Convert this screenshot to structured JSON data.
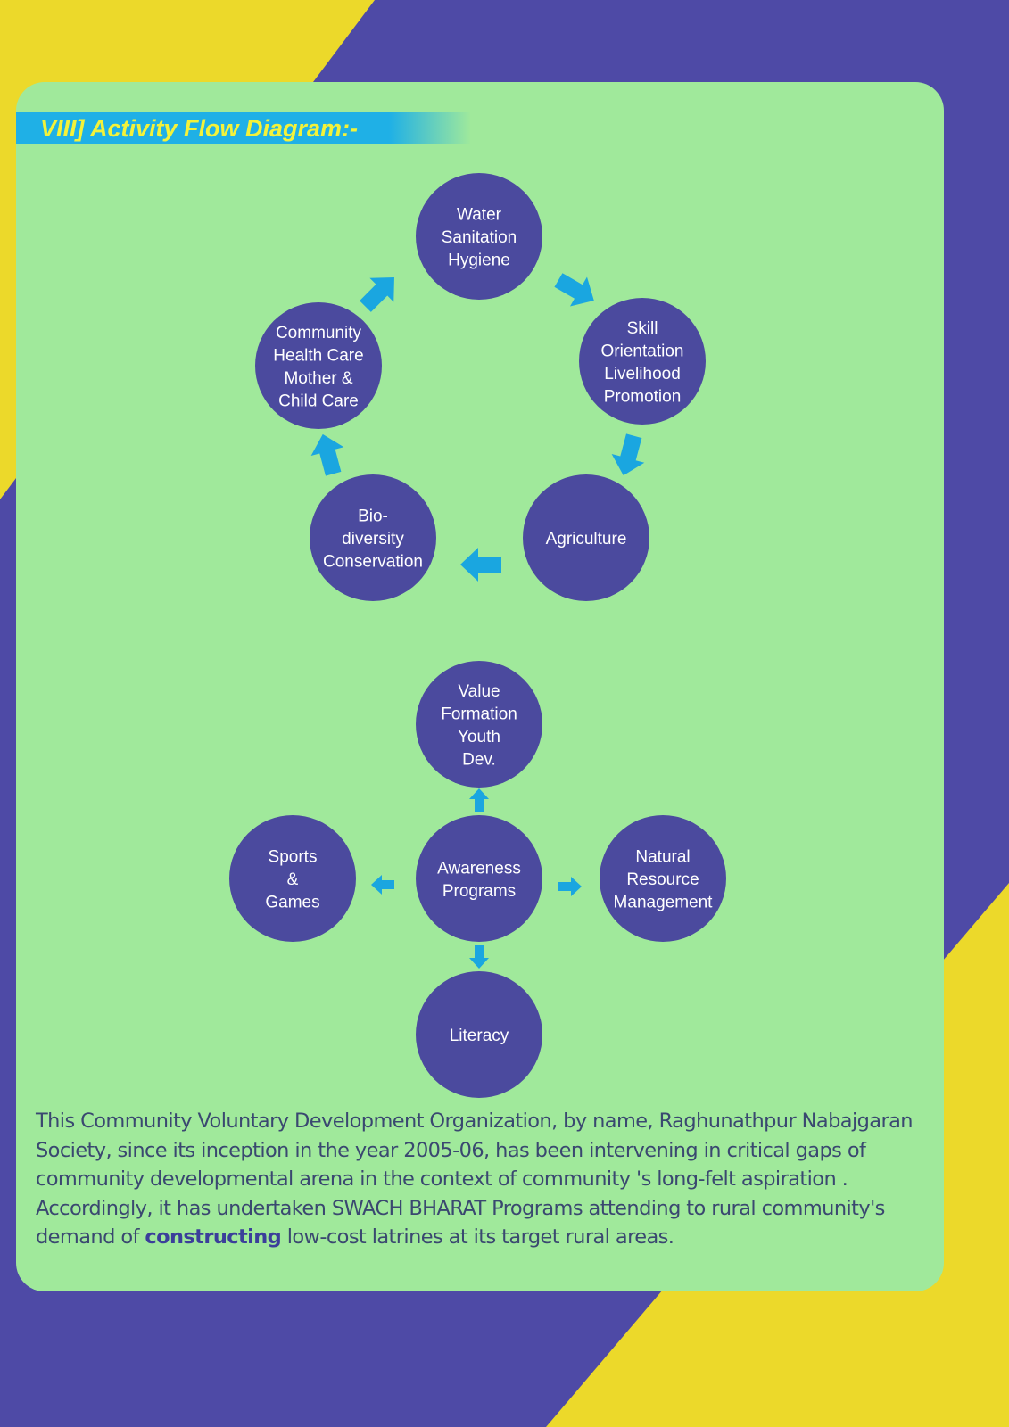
{
  "title": "VIII] Activity Flow Diagram:-",
  "colors": {
    "panel": "#a0e99b",
    "node": "#4b4a9e",
    "arrow": "#1aa6e0",
    "yellow": "#ecd92a",
    "purple": "#4e4aa6",
    "title": "#f3f23a"
  },
  "cycle": {
    "nodes": [
      {
        "lines": [
          "Water",
          "Sanitation",
          "Hygiene"
        ]
      },
      {
        "lines": [
          "Skill",
          "Orientation",
          "Livelihood",
          "Promotion"
        ]
      },
      {
        "lines": [
          "Agriculture"
        ]
      },
      {
        "lines": [
          "Bio-",
          "diversity",
          "Conservation"
        ]
      },
      {
        "lines": [
          "Community",
          "Health Care",
          "Mother &",
          "Child Care"
        ]
      }
    ]
  },
  "hub": {
    "center": {
      "lines": [
        "Awareness",
        "Programs"
      ]
    },
    "top": {
      "lines": [
        "Value",
        "Formation",
        "Youth",
        "Dev."
      ]
    },
    "left": {
      "lines": [
        "Sports",
        "&",
        "Games"
      ]
    },
    "right": {
      "lines": [
        "Natural",
        "Resource",
        "Management"
      ]
    },
    "bottom": {
      "lines": [
        "Literacy"
      ]
    }
  },
  "paragraph": {
    "before": "This  Community Voluntary Development Organization, by name,  Raghunathpur Nabajgaran Society, since its inception in the year 2005-06, has been intervening in critical gaps of community developmental arena  in the context of community 's long-felt aspiration . Accordingly, it has undertaken SWACH BHARAT Programs attending to rural community's demand of ",
    "bold": "constructing",
    "after": " low-cost latrines at its target rural areas."
  }
}
